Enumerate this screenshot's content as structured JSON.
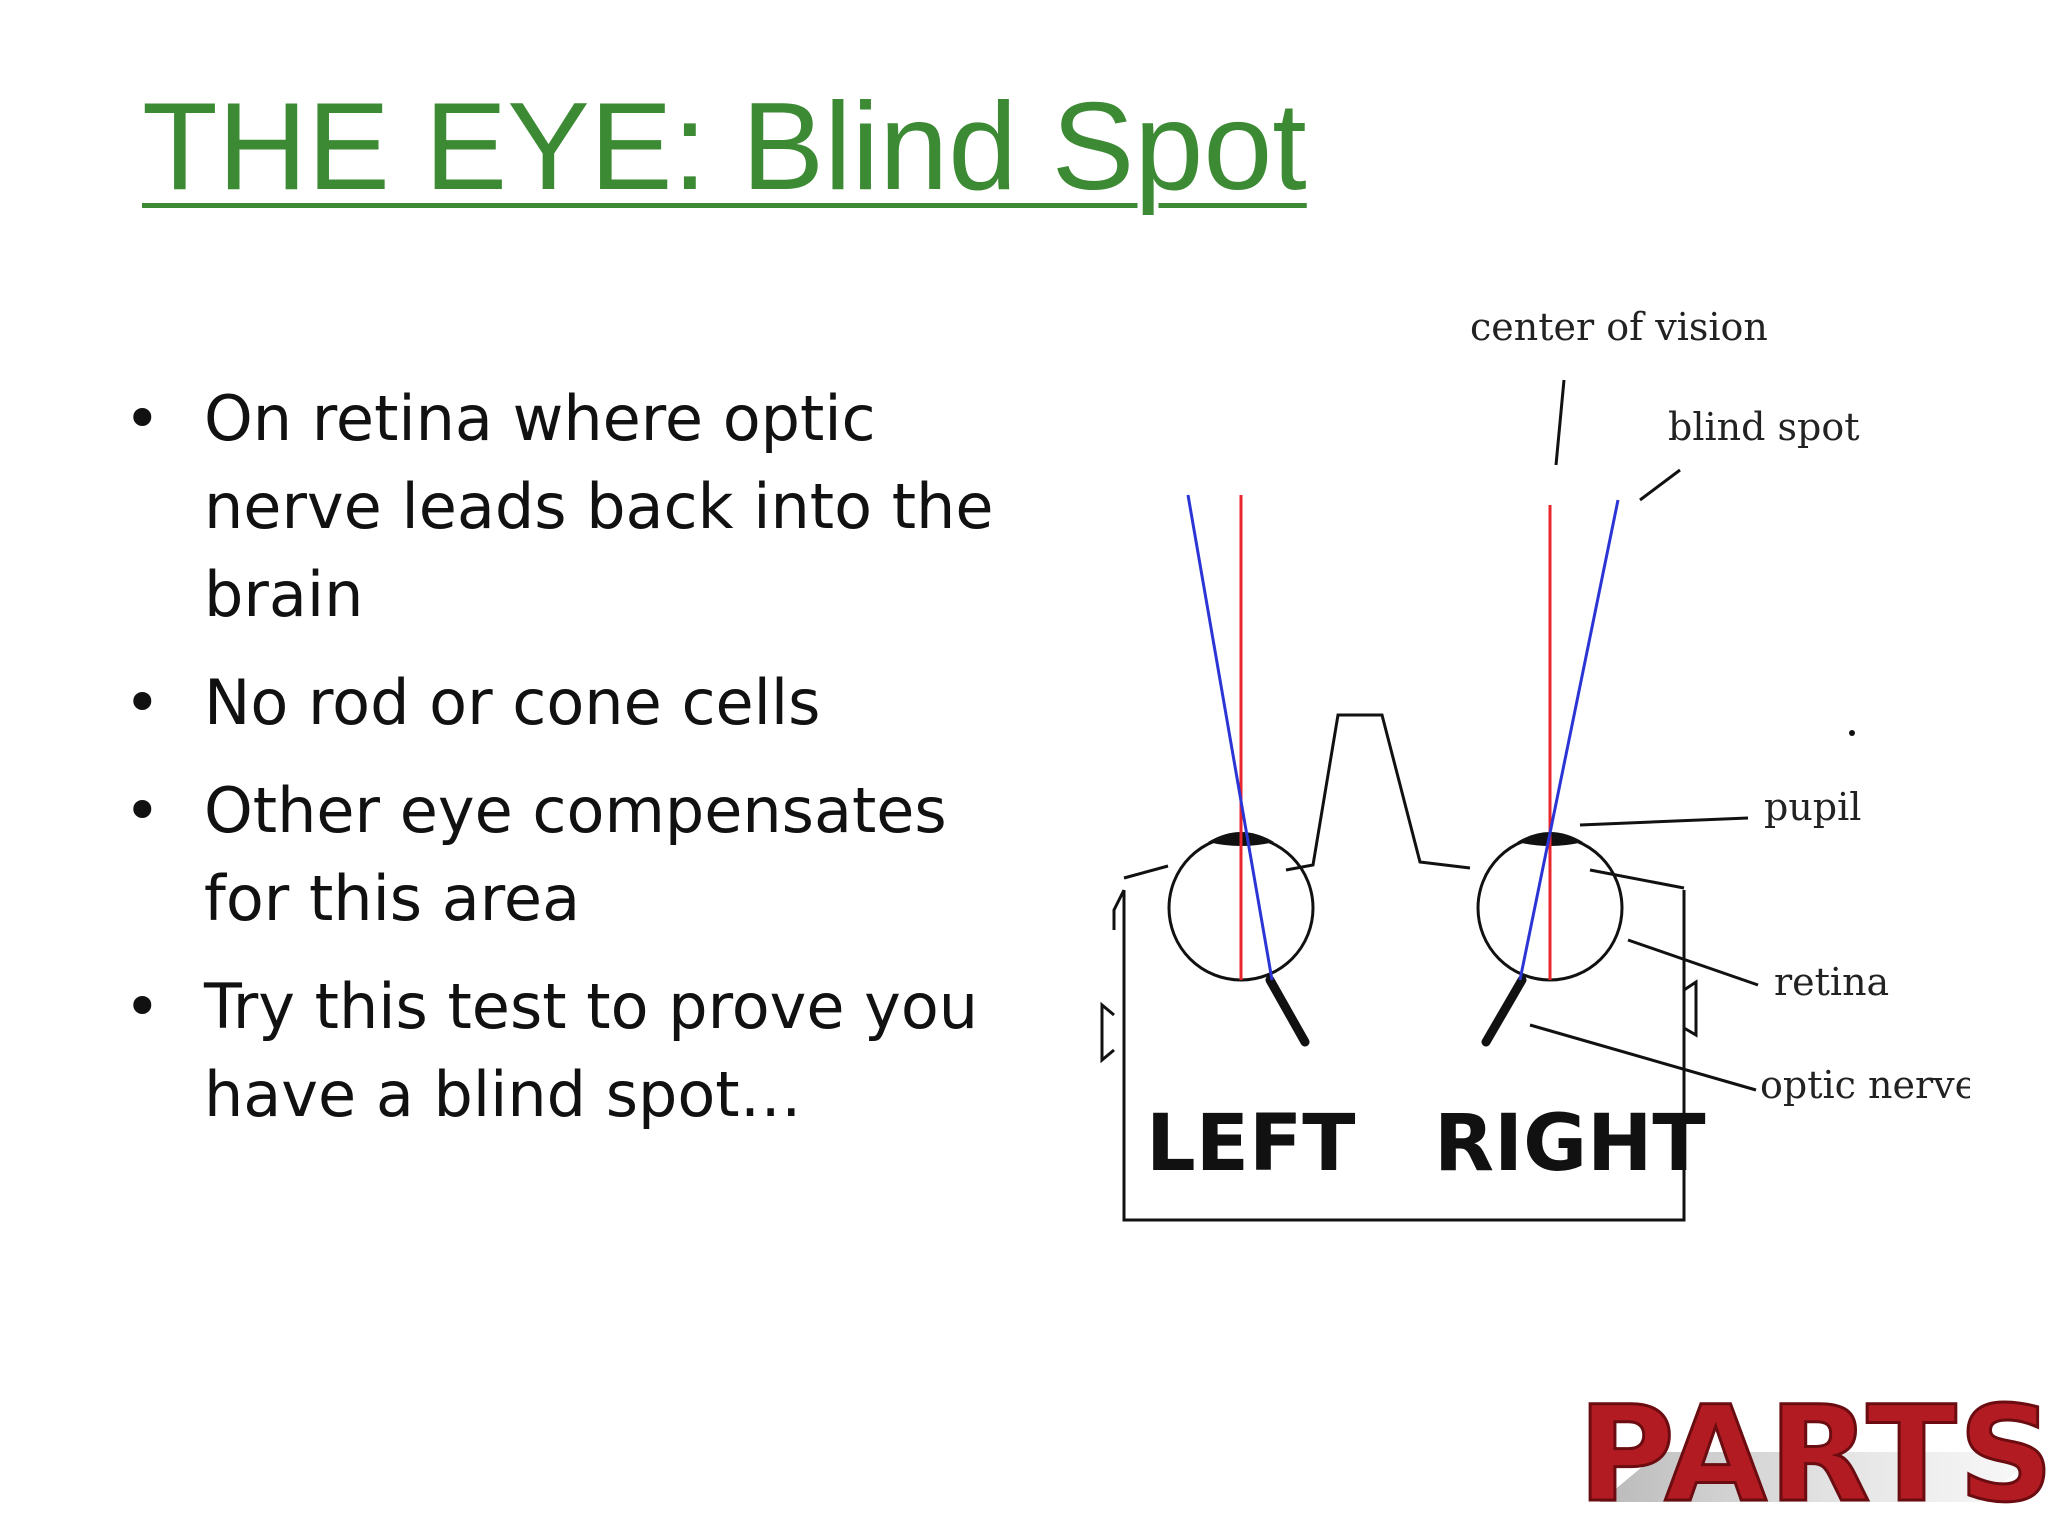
{
  "slide": {
    "title": "THE EYE: Blind Spot",
    "bullets": [
      "On retina where optic nerve leads back into the brain",
      "No rod or cone cells",
      "Other eye compensates for this area",
      "Try this test to prove you have a blind spot…"
    ],
    "bullet_glyph": "•"
  },
  "diagram": {
    "labels": {
      "center_of_vision": "center of vision",
      "blind_spot": "blind spot",
      "pupil": "pupil",
      "retina": "retina",
      "optic_nerve": "optic nerve",
      "left": "LEFT",
      "right": "RIGHT"
    },
    "colors": {
      "center_line": "#e8262b",
      "blind_spot_line": "#2b35d6",
      "outline": "#111111"
    }
  },
  "logo": {
    "text": "PARTS",
    "color": "#b31b22"
  },
  "colors": {
    "title": "#3d8a35",
    "text": "#111111",
    "background": "#ffffff"
  }
}
